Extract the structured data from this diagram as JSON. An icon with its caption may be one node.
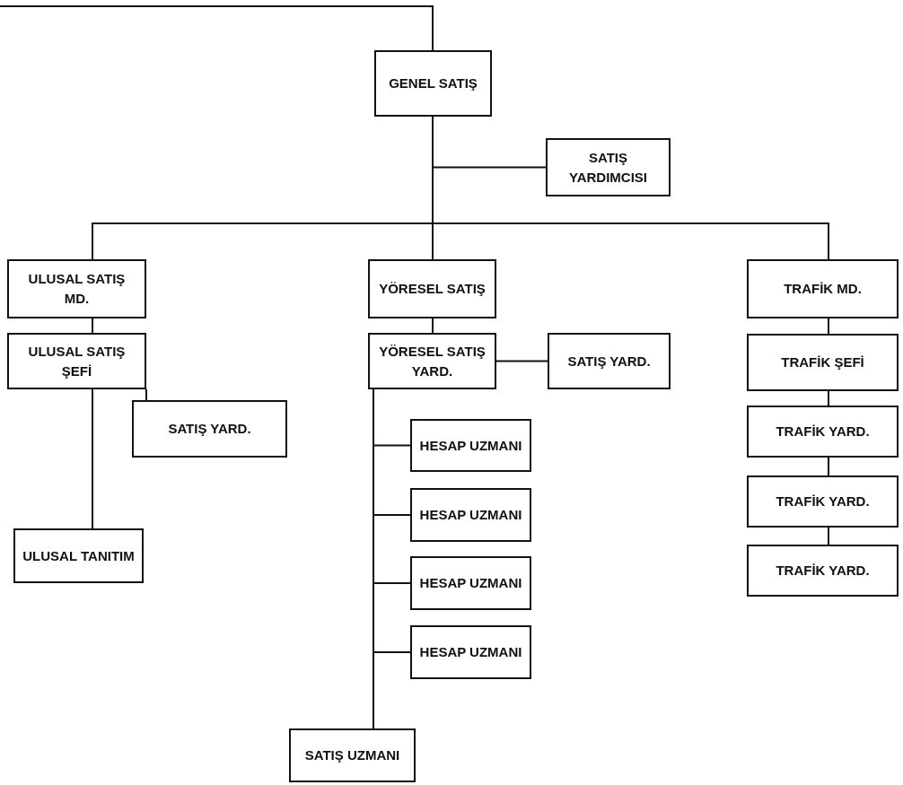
{
  "diagram": {
    "nodes": [
      {
        "text": [
          "GENEL SATIŞ"
        ]
      },
      {
        "text": [
          "SATIŞ YARDIMCISI"
        ]
      },
      {
        "text": [
          "ULUSAL SATIŞ MD."
        ]
      },
      {
        "text": [
          "YÖRESEL SATIŞ"
        ]
      },
      {
        "text": [
          "TRAFİK MD."
        ]
      },
      {
        "text": [
          "ULUSAL SATIŞ ŞEFİ"
        ]
      },
      {
        "text": [
          "SATIŞ YARD."
        ]
      },
      {
        "text": [
          "ULUSAL TANITIM"
        ]
      },
      {
        "text": [
          "YÖRESEL SATIŞ YARD."
        ]
      },
      {
        "text": [
          "SATIŞ YARD."
        ]
      },
      {
        "text": [
          "HESAP UZMANI"
        ]
      },
      {
        "text": [
          "HESAP UZMANI"
        ]
      },
      {
        "text": [
          "HESAP UZMANI"
        ]
      },
      {
        "text": [
          "HESAP UZMANI"
        ]
      },
      {
        "text": [
          "SATIŞ UZMANI"
        ]
      },
      {
        "text": [
          "TRAFİK ŞEFİ"
        ]
      },
      {
        "text": [
          "TRAFİK YARD."
        ]
      },
      {
        "text": [
          "TRAFİK YARD."
        ]
      },
      {
        "text": [
          "TRAFİK YARD."
        ]
      }
    ],
    "edges": [
      {
        "from": null,
        "to": 0,
        "arrow": "none"
      },
      {
        "from": 0,
        "to": 1,
        "arrow": "none"
      },
      {
        "from": 0,
        "to": 2,
        "arrow": "none"
      },
      {
        "from": 0,
        "to": 3,
        "arrow": "none"
      },
      {
        "from": 0,
        "to": 4,
        "arrow": "none"
      },
      {
        "from": 2,
        "to": 5,
        "arrow": "none"
      },
      {
        "from": 5,
        "to": 6,
        "arrow": "none"
      },
      {
        "from": 5,
        "to": 7,
        "arrow": "none"
      },
      {
        "from": 3,
        "to": 8,
        "arrow": "none"
      },
      {
        "from": 8,
        "to": 9,
        "arrow": "none"
      },
      {
        "from": 8,
        "to": 10,
        "arrow": "none"
      },
      {
        "from": 8,
        "to": 11,
        "arrow": "none"
      },
      {
        "from": 8,
        "to": 12,
        "arrow": "none"
      },
      {
        "from": 8,
        "to": 13,
        "arrow": "none"
      },
      {
        "from": 8,
        "to": 14,
        "arrow": "none"
      },
      {
        "from": 4,
        "to": 15,
        "arrow": "none"
      },
      {
        "from": 15,
        "to": 16,
        "arrow": "none"
      },
      {
        "from": 16,
        "to": 17,
        "arrow": "none"
      },
      {
        "from": 17,
        "to": 18,
        "arrow": "none"
      }
    ]
  }
}
